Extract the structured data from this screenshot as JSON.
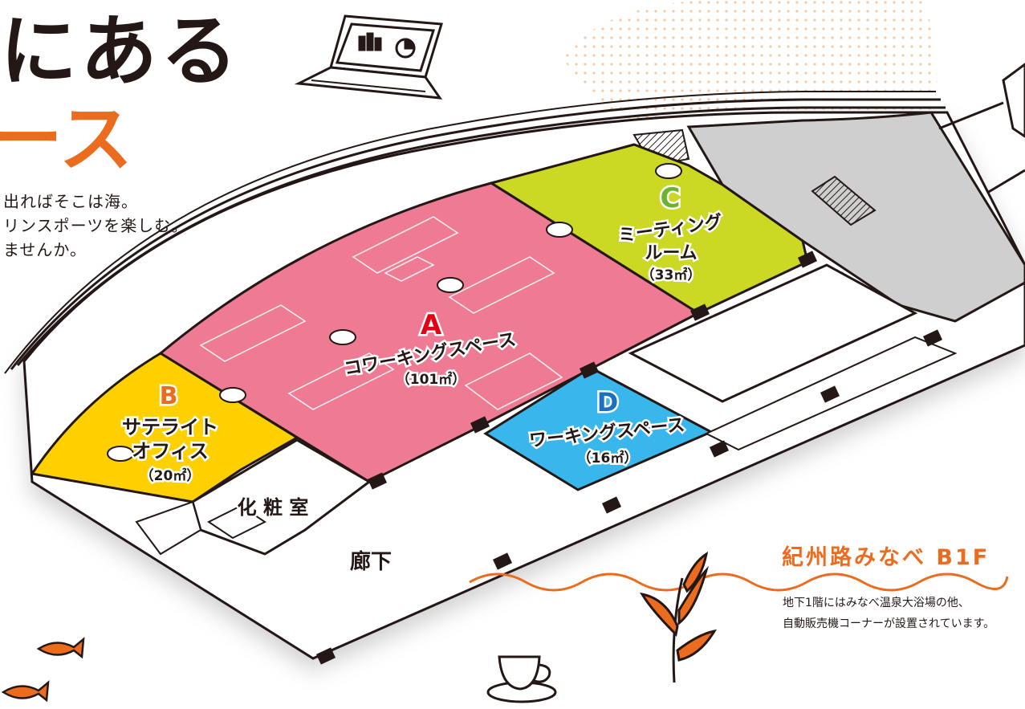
{
  "heading": {
    "line1": "にある",
    "line2": "ース"
  },
  "intro": [
    "出ればそこは海。",
    "リンスポーツを楽しむ。",
    "ませんか。"
  ],
  "rooms": [
    {
      "id": "A",
      "letter": "A",
      "name_lines": [
        "コワーキングスペース"
      ],
      "area": "（101㎡）",
      "color": "#ee7b93"
    },
    {
      "id": "B",
      "letter": "B",
      "name_lines": [
        "サテライト",
        "オフィス"
      ],
      "area": "（20㎡）",
      "color": "#ffd000"
    },
    {
      "id": "C",
      "letter": "C",
      "name_lines": [
        "ミーティング",
        "ルーム"
      ],
      "area": "（33㎡）",
      "color": "#cbd824"
    },
    {
      "id": "D",
      "letter": "D",
      "name_lines": [
        "ワーキングスペース"
      ],
      "area": "（16㎡）",
      "color": "#39b7ec"
    }
  ],
  "labels": {
    "restroom": "化 粧 室",
    "corridor": "廊下"
  },
  "b1f": {
    "title": "紀州路みなべ B1F",
    "desc_line1": "地下1階にはみなべ温泉大浴場の他、",
    "desc_line2": "自動販売機コーナーが設置されています。"
  },
  "colors": {
    "accent": "#ec6c1f",
    "dots": "#f7c9a2",
    "wall": "#231815",
    "gray_zone": "#cfcfcf"
  },
  "icons": [
    "laptop-icon",
    "document-icon",
    "fish-icon",
    "leaf-branch-icon",
    "coffee-cup-icon"
  ]
}
